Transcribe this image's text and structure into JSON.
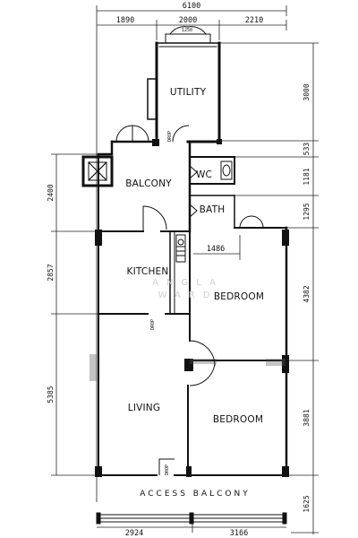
{
  "rooms": {
    "utility": "UTILITY",
    "balcony": "BALCONY",
    "wc": "WC",
    "bath": "BATH",
    "kitchen": "KITCHEN",
    "bedroom_1": "BEDROOM",
    "living": "LIVING",
    "bedroom_2": "BEDROOM"
  },
  "labels": {
    "drop_1": "DROP",
    "drop_2": "DROP",
    "drop_3": "DROP",
    "access_balcony": "ACCESS BALCONY",
    "watermark_1": "ANGLA",
    "watermark_2": "WARD"
  },
  "dimensions": {
    "overall_width": "6100",
    "top_left": "1890",
    "top_mid": "2000",
    "top_right": "2210",
    "window": "1250",
    "right_1": "3000",
    "right_2": "533",
    "right_3": "1181",
    "right_4": "1295",
    "right_5": "4382",
    "right_6": "3881",
    "right_7": "1625",
    "left_1": "2400",
    "left_2": "2857",
    "left_3": "5385",
    "interior": "1486",
    "bottom_left": "2924",
    "bottom_right": "3166"
  }
}
